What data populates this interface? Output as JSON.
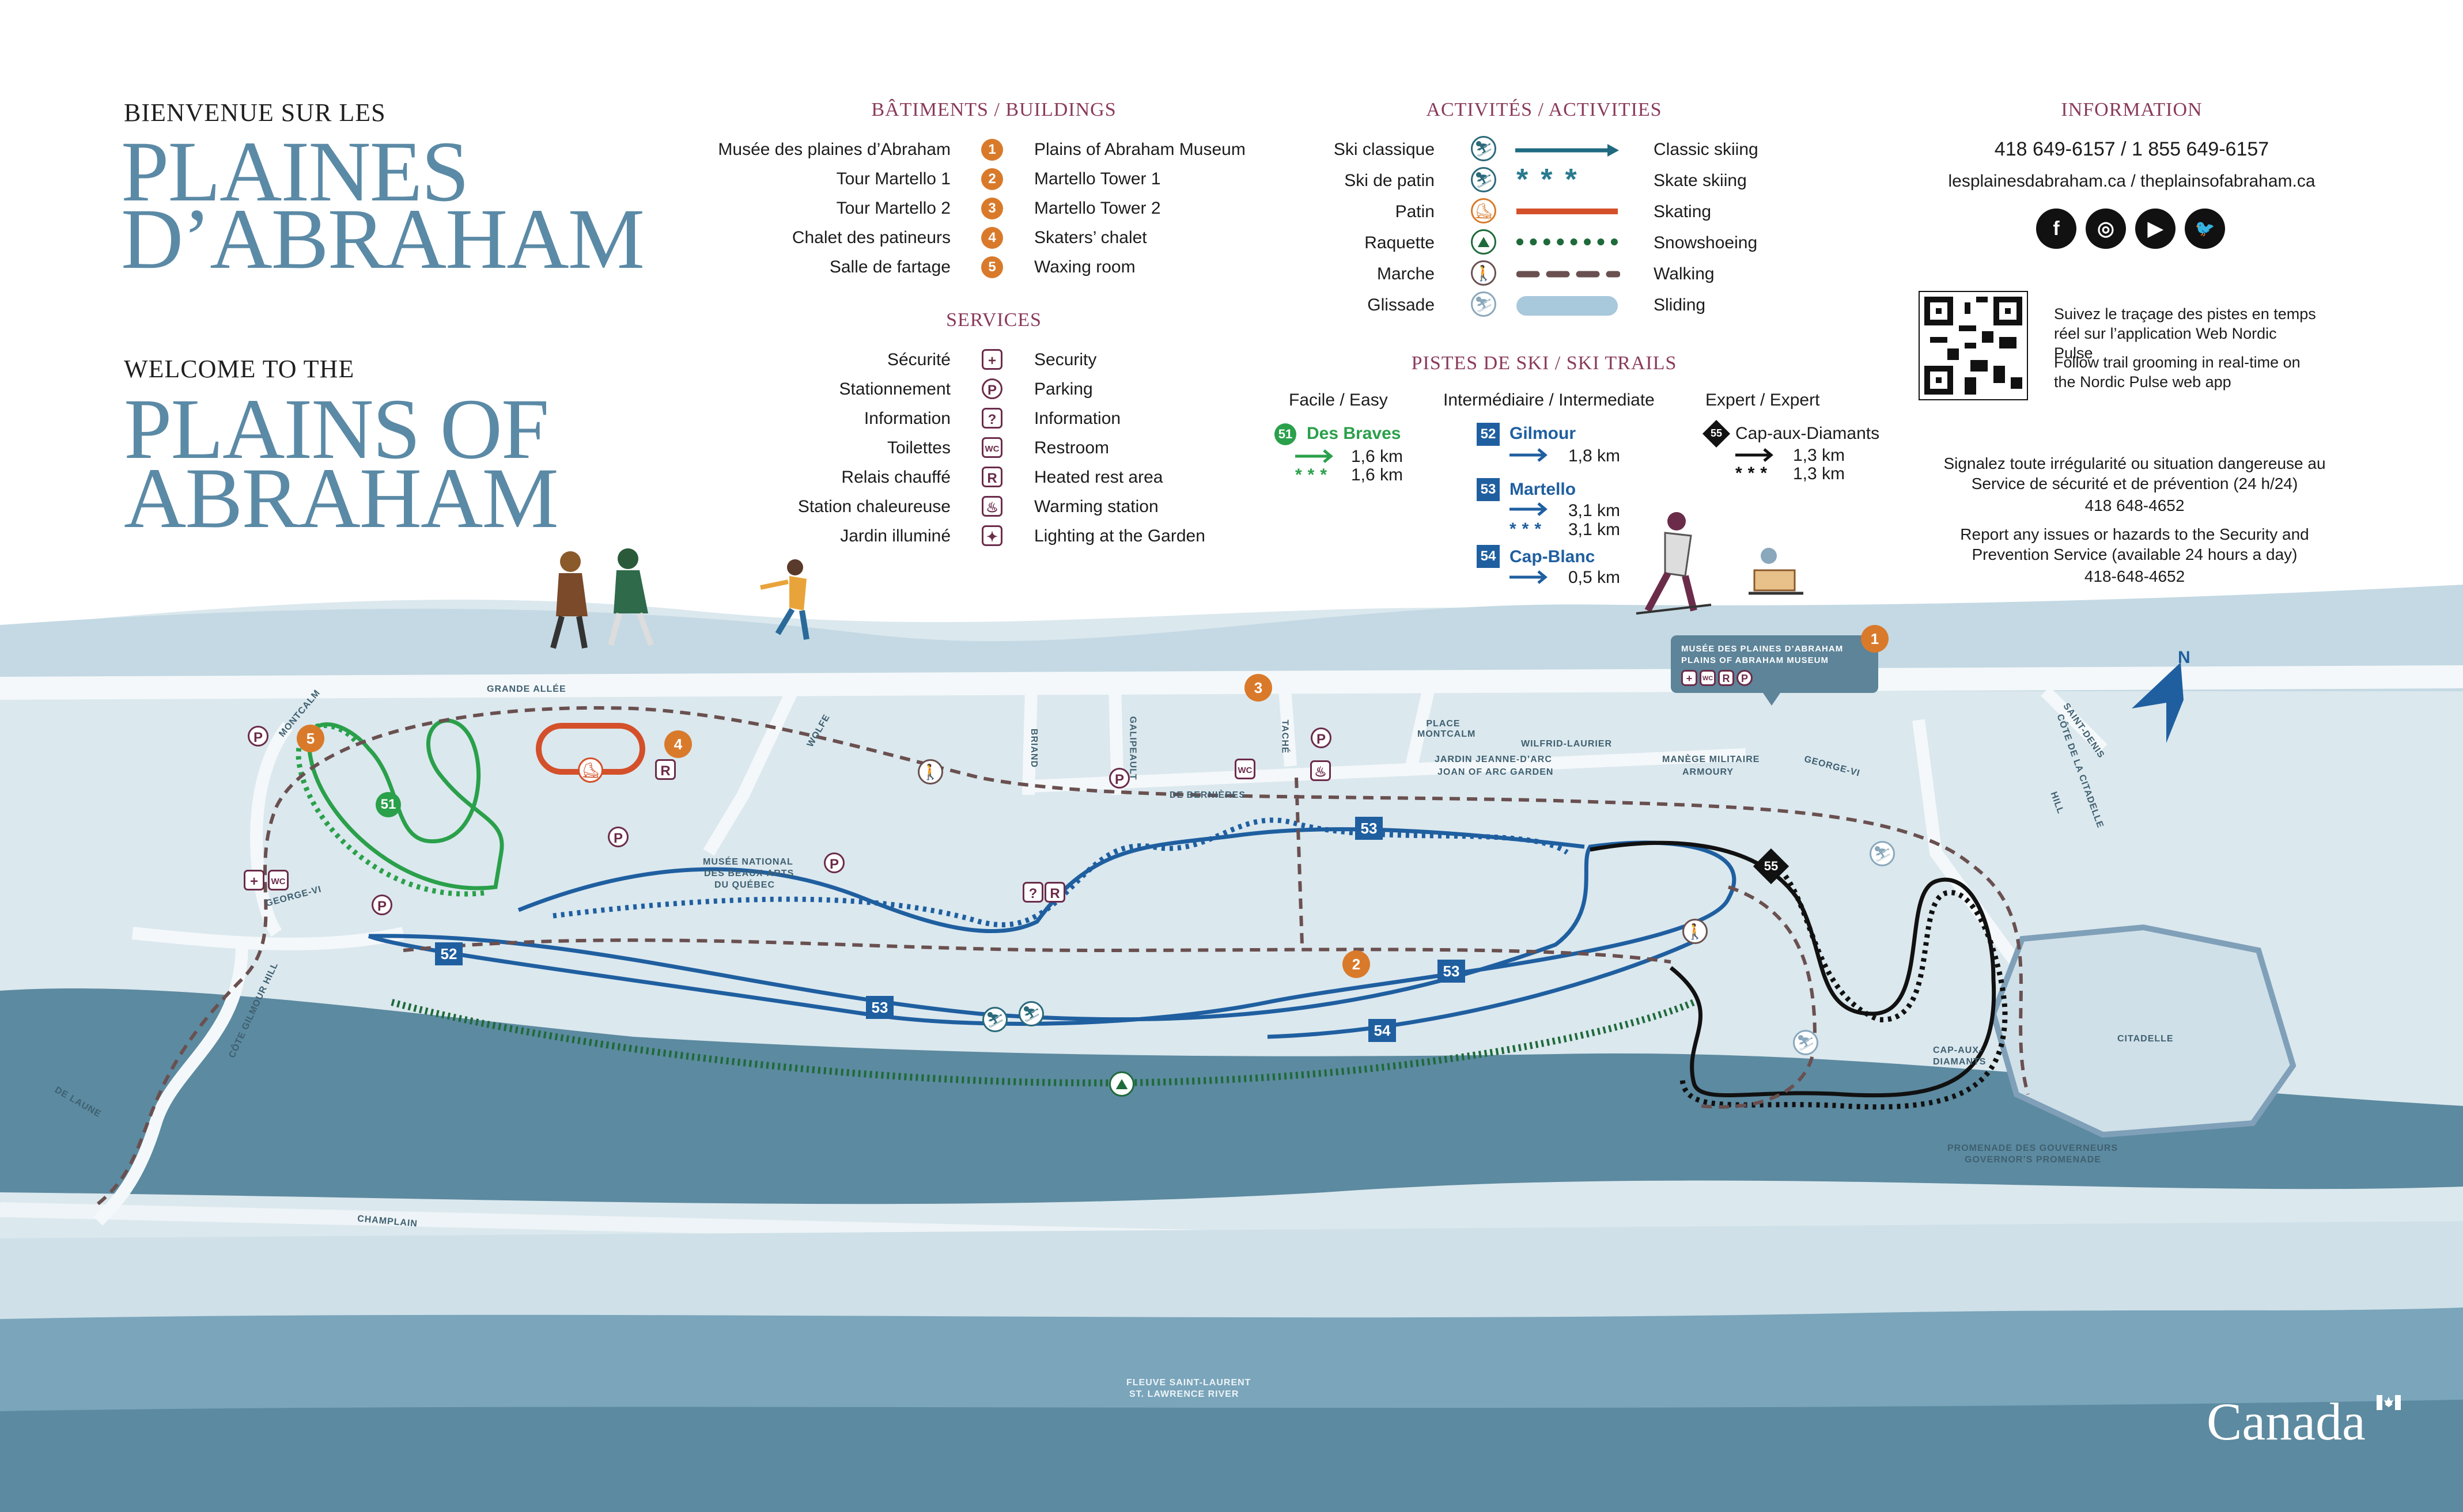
{
  "welcome": {
    "fr_small": "BIENVENUE SUR LES",
    "fr_big_1": "PLAINES",
    "fr_big_2": "D’ABRAHAM",
    "en_small": "WELCOME TO THE",
    "en_big_1": "PLAINS OF",
    "en_big_2": "ABRAHAM"
  },
  "buildings": {
    "title": "BÂTIMENTS / BUILDINGS",
    "items": [
      {
        "fr": "Musée des plaines d’Abraham",
        "num": "1",
        "en": "Plains of Abraham Museum"
      },
      {
        "fr": "Tour Martello 1",
        "num": "2",
        "en": "Martello Tower 1"
      },
      {
        "fr": "Tour Martello 2",
        "num": "3",
        "en": "Martello Tower 2"
      },
      {
        "fr": "Chalet des patineurs",
        "num": "4",
        "en": "Skaters’ chalet"
      },
      {
        "fr": "Salle de fartage",
        "num": "5",
        "en": "Waxing room"
      }
    ]
  },
  "services": {
    "title": "SERVICES",
    "items": [
      {
        "fr": "Sécurité",
        "icon": "+",
        "en": "Security"
      },
      {
        "fr": "Stationnement",
        "icon": "P",
        "en": "Parking"
      },
      {
        "fr": "Information",
        "icon": "?",
        "en": "Information"
      },
      {
        "fr": "Toilettes",
        "icon": "WC",
        "en": "Restroom"
      },
      {
        "fr": "Relais chauffé",
        "icon": "R",
        "en": "Heated rest area"
      },
      {
        "fr": "Station chaleureuse",
        "icon": "♨",
        "en": "Warming station"
      },
      {
        "fr": "Jardin illuminé",
        "icon": "✦",
        "en": "Lighting at the Garden"
      }
    ]
  },
  "activities": {
    "title": "ACTIVITÉS / ACTIVITIES",
    "items": [
      {
        "fr": "Ski classique",
        "en": "Classic skiing",
        "style": "arrow",
        "color": "#1f6a80"
      },
      {
        "fr": "Ski de patin",
        "en": "Skate skiing",
        "style": "stars",
        "color": "#2a7a90"
      },
      {
        "fr": "Patin",
        "en": "Skating",
        "style": "solid",
        "color": "#d4502a"
      },
      {
        "fr": "Raquette",
        "en": "Snowshoeing",
        "style": "dotted",
        "color": "#1f6a3a"
      },
      {
        "fr": "Marche",
        "en": "Walking",
        "style": "dashed",
        "color": "#6a5050"
      },
      {
        "fr": "Glissade",
        "en": "Sliding",
        "style": "band",
        "color": "#a8c8dc"
      }
    ]
  },
  "ski_trails": {
    "title": "PISTES DE SKI / SKI TRAILS",
    "easy": {
      "heading": "Facile / Easy",
      "num": "51",
      "name": "Des Braves",
      "classic_km": "1,6 km",
      "skate_km": "1,6 km",
      "color": "#2aa04a"
    },
    "intermediate": {
      "heading": "Intermédiaire / Intermediate",
      "trails": [
        {
          "num": "52",
          "name": "Gilmour",
          "classic_km": "1,8 km",
          "skate_km": ""
        },
        {
          "num": "53",
          "name": "Martello",
          "classic_km": "3,1 km",
          "skate_km": "3,1 km"
        },
        {
          "num": "54",
          "name": "Cap-Blanc",
          "classic_km": "0,5 km",
          "skate_km": ""
        }
      ],
      "color": "#1f5fa0"
    },
    "expert": {
      "heading": "Expert / Expert",
      "num": "55",
      "name": "Cap-aux-Diamants",
      "classic_km": "1,3 km",
      "skate_km": "1,3 km",
      "color": "#111111"
    }
  },
  "information": {
    "title": "INFORMATION",
    "phone": "418 649-6157 / 1 855 649-6157",
    "web": "lesplainesdabraham.ca / theplainsofabraham.ca",
    "social_icons": [
      "facebook-icon",
      "instagram-icon",
      "youtube-icon",
      "twitter-icon"
    ],
    "qr_fr": "Suivez le traçage des pistes en temps réel sur l’application Web Nordic Pulse",
    "qr_en": "Follow trail grooming in real-time on the Nordic Pulse web app",
    "report_fr": "Signalez toute irrégularité ou situation dangereuse au Service de sécurité et de prévention (24 h/24)",
    "report_fr_phone": "418 648-4652",
    "report_en": "Report any issues or hazards to the Security and Prevention Service (available 24 hours a day)",
    "report_en_phone": "418-648-4652"
  },
  "map_labels": {
    "grande_allee": "GRANDE ALLÉE",
    "montcalm": "MONTCALM",
    "wolfe": "WOLFE",
    "briand": "BRIAND",
    "galipeault": "GALIPEAULT",
    "tache": "TACHÉ",
    "place_montcalm": "PLACE MONTCALM",
    "wilfrid_laurier": "WILFRID-LAURIER",
    "de_bernieres": "DE BERNIÈRES",
    "jardin": "JARDIN JEANNE-D’ARC",
    "garden": "JOAN OF ARC GARDEN",
    "manege": "MANÈGE MILITAIRE",
    "armoury": "ARMOURY",
    "george_vi_1": "GEORGE-VI",
    "george_vi_2": "GEORGE-VI",
    "cote_citadelle": "CÔTE DE LA CITADELLE",
    "hill": "HILL",
    "saint_denis": "SAINT-DENIS",
    "museum_fr": "MUSÉE DES PLAINES D’ABRAHAM",
    "museum_en": "PLAINS OF ABRAHAM MUSEUM",
    "mnbaq_1": "MUSÉE NATIONAL",
    "mnbaq_2": "DES BEAUX-ARTS",
    "mnbaq_3": "DU QUÉBEC",
    "citadelle": "CITADELLE",
    "cap_diamants_1": "CAP-AUX-",
    "cap_diamants_2": "DIAMANTS",
    "promenade_fr": "PROMENADE DES GOUVERNEURS",
    "promenade_en": "GOVERNOR’S PROMENADE",
    "gilmour": "CÔTE GILMOUR HILL",
    "de_laune": "DE LAUNE",
    "champlain": "CHAMPLAIN",
    "river_fr": "FLEUVE SAINT-LAURENT",
    "river_en": "ST. LAWRENCE RIVER",
    "north": "N"
  },
  "brand": "Canada"
}
